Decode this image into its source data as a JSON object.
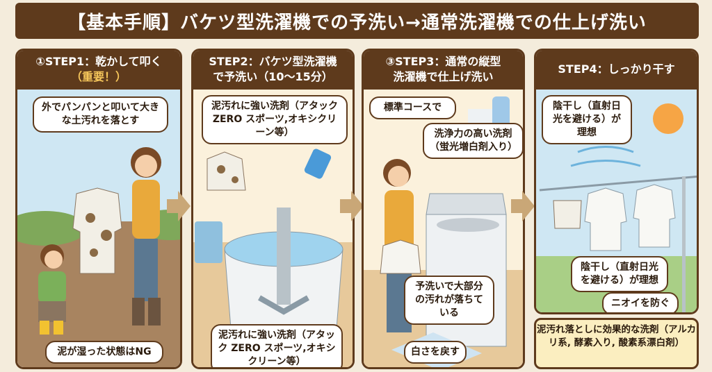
{
  "title": "【基本手順】バケツ型洗濯機での予洗い→通常洗濯機での仕上げ洗い",
  "colors": {
    "header_brown": "#5e3a1c",
    "highlight": "#f6c65b",
    "background": "#f4ecdc",
    "arrow": "#c9a777"
  },
  "steps": [
    {
      "title": "①STEP1：乾かして叩く",
      "highlight": "（重要！）",
      "bubbles": [
        "外でパンパンと叩いて大きな土汚れを落とす",
        "泥が湿った状態はNG"
      ]
    },
    {
      "title": "STEP2：バケツ型洗濯機",
      "title2": "で予洗い（10〜15分）",
      "bubbles": [
        "泥汚れに強い洗剤（アタック ZERO スポーツ,オキシクリーン等）",
        "泥汚れに強い洗剤（アタック ZERO スポーツ,オキシクリーン等）"
      ]
    },
    {
      "title": "③STEP3：通常の縦型",
      "title2": "洗濯機で仕上げ洗い",
      "bubbles": [
        "標準コースで",
        "洗浄力の高い洗剤（蛍光増白剤入り）",
        "予洗いで大部分の汚れが落ちている",
        "白さを戻す"
      ]
    },
    {
      "title": "STEP4：しっかり干す",
      "bubbles": [
        "陰干し（直射日光を避ける）が理想",
        "陰干し（直射日光を避ける）が理想",
        "ニオイを防ぐ"
      ],
      "note": "泥汚れ落としに効果的な洗剤（アルカリ系, 酵素入り, 酸素系漂白剤）"
    }
  ]
}
